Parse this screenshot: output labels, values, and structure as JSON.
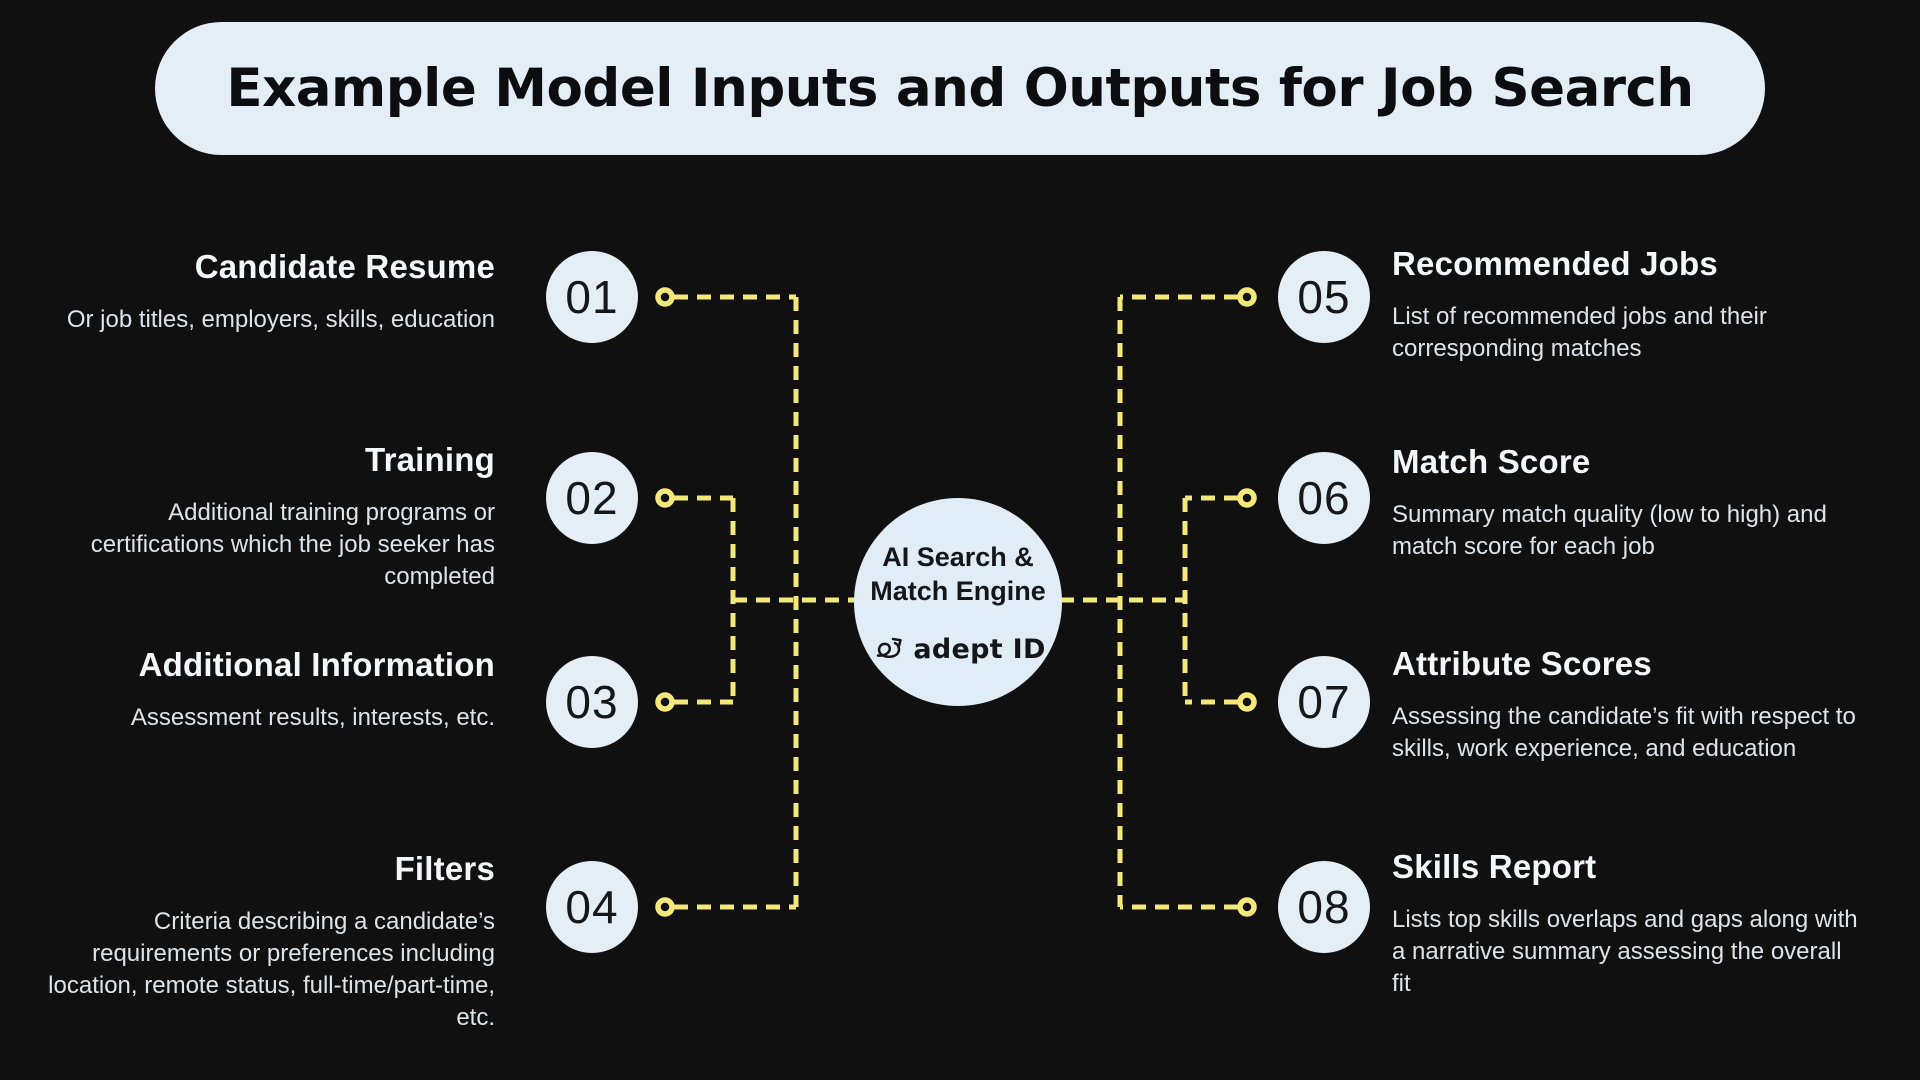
{
  "title": "Example Model Inputs and Outputs for Job Search",
  "center": {
    "name_line1": "AI Search &",
    "name_line2": "Match Engine",
    "logo_icon": "adept-squiggle-arrow-icon",
    "logo_text": "adept ID"
  },
  "items": [
    {
      "number": "01",
      "side": "left",
      "heading": "Candidate Resume",
      "description": "Or job titles, employers, skills, education"
    },
    {
      "number": "02",
      "side": "left",
      "heading": "Training",
      "description": "Additional training programs or certifications which the job seeker has completed"
    },
    {
      "number": "03",
      "side": "left",
      "heading": "Additional Information",
      "description": "Assessment results, interests, etc."
    },
    {
      "number": "04",
      "side": "left",
      "heading": "Filters",
      "description": "Criteria describing a candidate’s requirements or preferences including location, remote status, full-time/part-time, etc."
    },
    {
      "number": "05",
      "side": "right",
      "heading": "Recommended Jobs",
      "description": "List of recommended jobs and their corresponding matches"
    },
    {
      "number": "06",
      "side": "right",
      "heading": "Match Score",
      "description": "Summary match quality (low to high) and match score for each job"
    },
    {
      "number": "07",
      "side": "right",
      "heading": "Attribute Scores",
      "description": "Assessing the candidate’s fit with respect to skills, work experience, and education"
    },
    {
      "number": "08",
      "side": "right",
      "heading": "Skills Report",
      "description": "Lists top skills overlaps and gaps along with a narrative summary assessing the overall fit"
    }
  ],
  "colors": {
    "background": "#101011",
    "bubble_light_blue": "#e3eef7",
    "connector_yellow": "#f5e87a",
    "heading_text": "#f3f7fa",
    "body_text": "#dde4e9",
    "dark_text": "#14161a"
  }
}
